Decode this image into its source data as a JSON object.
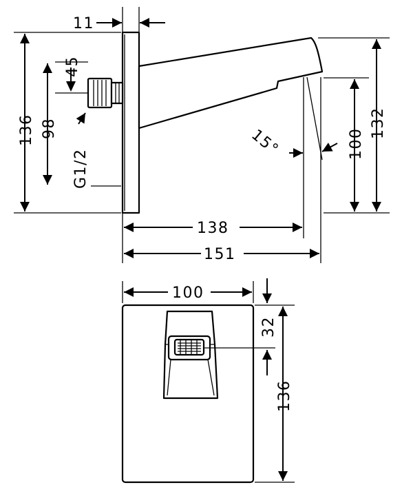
{
  "side_view": {
    "plate_thickness": "11",
    "height_overall": "136",
    "connection_offset": "45",
    "connection_height": "98",
    "thread": "G1/2",
    "angle": "15°",
    "outlet_height": "100",
    "spout_height": "132",
    "projection_to_outlet": "138",
    "projection_overall": "151"
  },
  "front_view": {
    "plate_width": "100",
    "outlet_offset": "32",
    "plate_height": "136"
  }
}
